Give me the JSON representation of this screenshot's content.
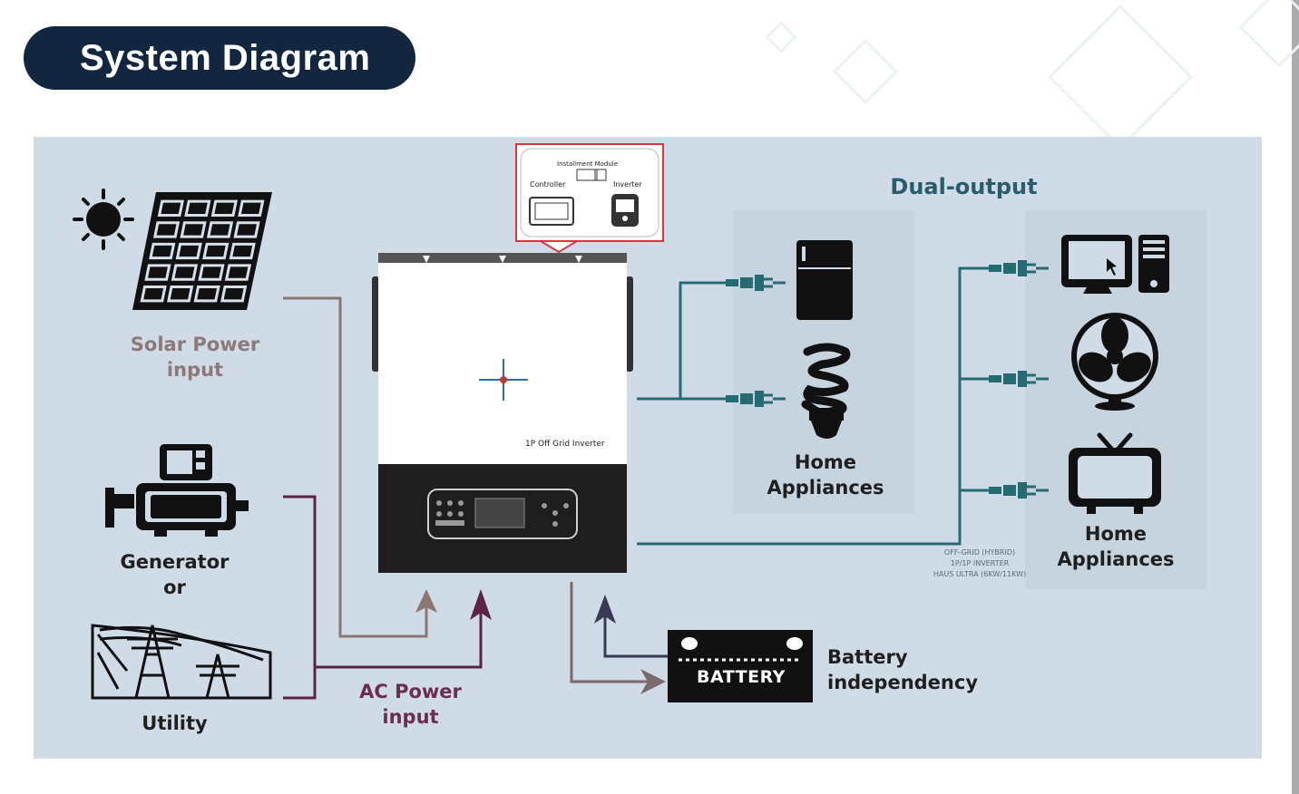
{
  "header": {
    "title": "System Diagram"
  },
  "labels": {
    "solar": "Solar Power\ninput",
    "generator": "Generator\nor",
    "utility": "Utility",
    "ac_power": "AC Power\ninput",
    "dual_output": "Dual-output",
    "home_appliances_1": "Home\nAppliances",
    "home_appliances_2": "Home\nAppliances",
    "battery_text": "Battery\nindependency",
    "battery_label": "BATTERY"
  },
  "module_callout": {
    "title": "Installment Module",
    "controller": "Controller",
    "inverter": "Inverter"
  },
  "inverter_label": "1P Off Grid Inverter",
  "fine_print": [
    "OFF-GRID (HYBRID)",
    "1P/1P INVERTER",
    "HAUS ULTRA (6KW/11KW)"
  ],
  "colors": {
    "header_bg": "#13263f",
    "panel_bg": "#cfdbe6",
    "solar_line": "#8b7772",
    "ac_line": "#5b2446",
    "output_line": "#256b72",
    "battery_line": "#7a6a6a"
  }
}
